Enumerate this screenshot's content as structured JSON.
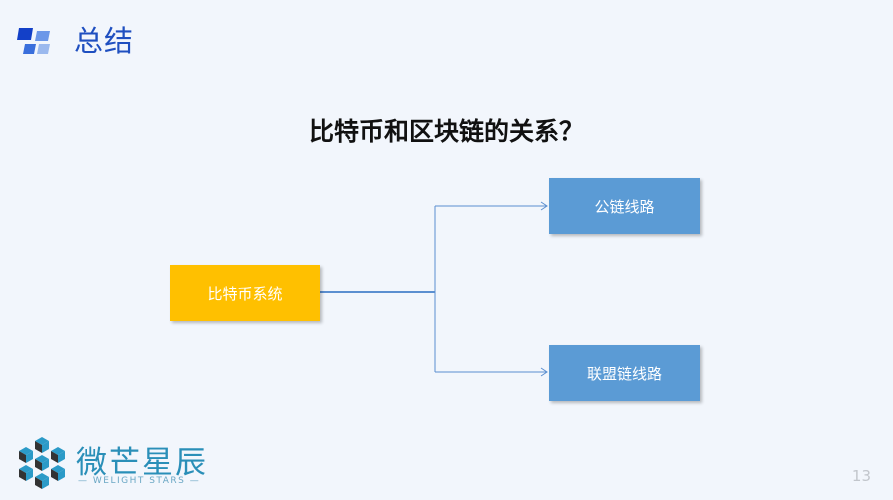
{
  "header": {
    "title": "总结",
    "icon": "blue-squares-logo-icon"
  },
  "question": "比特币和区块链的关系？",
  "diagram": {
    "source": {
      "label": "比特币系统",
      "color": "#ffc000"
    },
    "targets": [
      {
        "label": "公链线路",
        "color": "#5b9bd5"
      },
      {
        "label": "联盟链线路",
        "color": "#5b9bd5"
      }
    ],
    "connector_color": "#5b8fd0"
  },
  "footer": {
    "brand_name": "微芒星辰",
    "brand_tagline": "— WELIGHT STARS —",
    "brand_icon": "cube-cluster-logo-icon",
    "page_number": "13"
  }
}
